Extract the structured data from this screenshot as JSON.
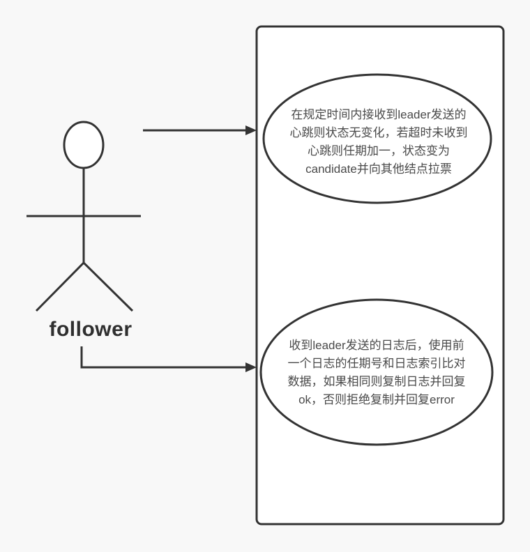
{
  "diagram": {
    "type": "uml-use-case",
    "actor": {
      "label": "follower"
    },
    "system": {
      "use_cases": [
        {
          "id": "heartbeat-election",
          "text": "在规定时间内接收到leader发送的\n心跳则状态无变化，若超时未收到\n心跳则任期加一，状态变为\ncandidate并向其他结点拉票"
        },
        {
          "id": "log-replication",
          "text": "收到leader发送的日志后，使用前\n一个日志的任期号和日志索引比对\n数据，如果相同则复制日志并回复\nok，否则拒绝复制并回复error"
        }
      ]
    },
    "colors": {
      "background": "#f8f8f8",
      "stroke": "#333333",
      "shape_fill": "#ffffff",
      "text": "#4a4a4a",
      "label_text": "#2f2f2f"
    }
  }
}
